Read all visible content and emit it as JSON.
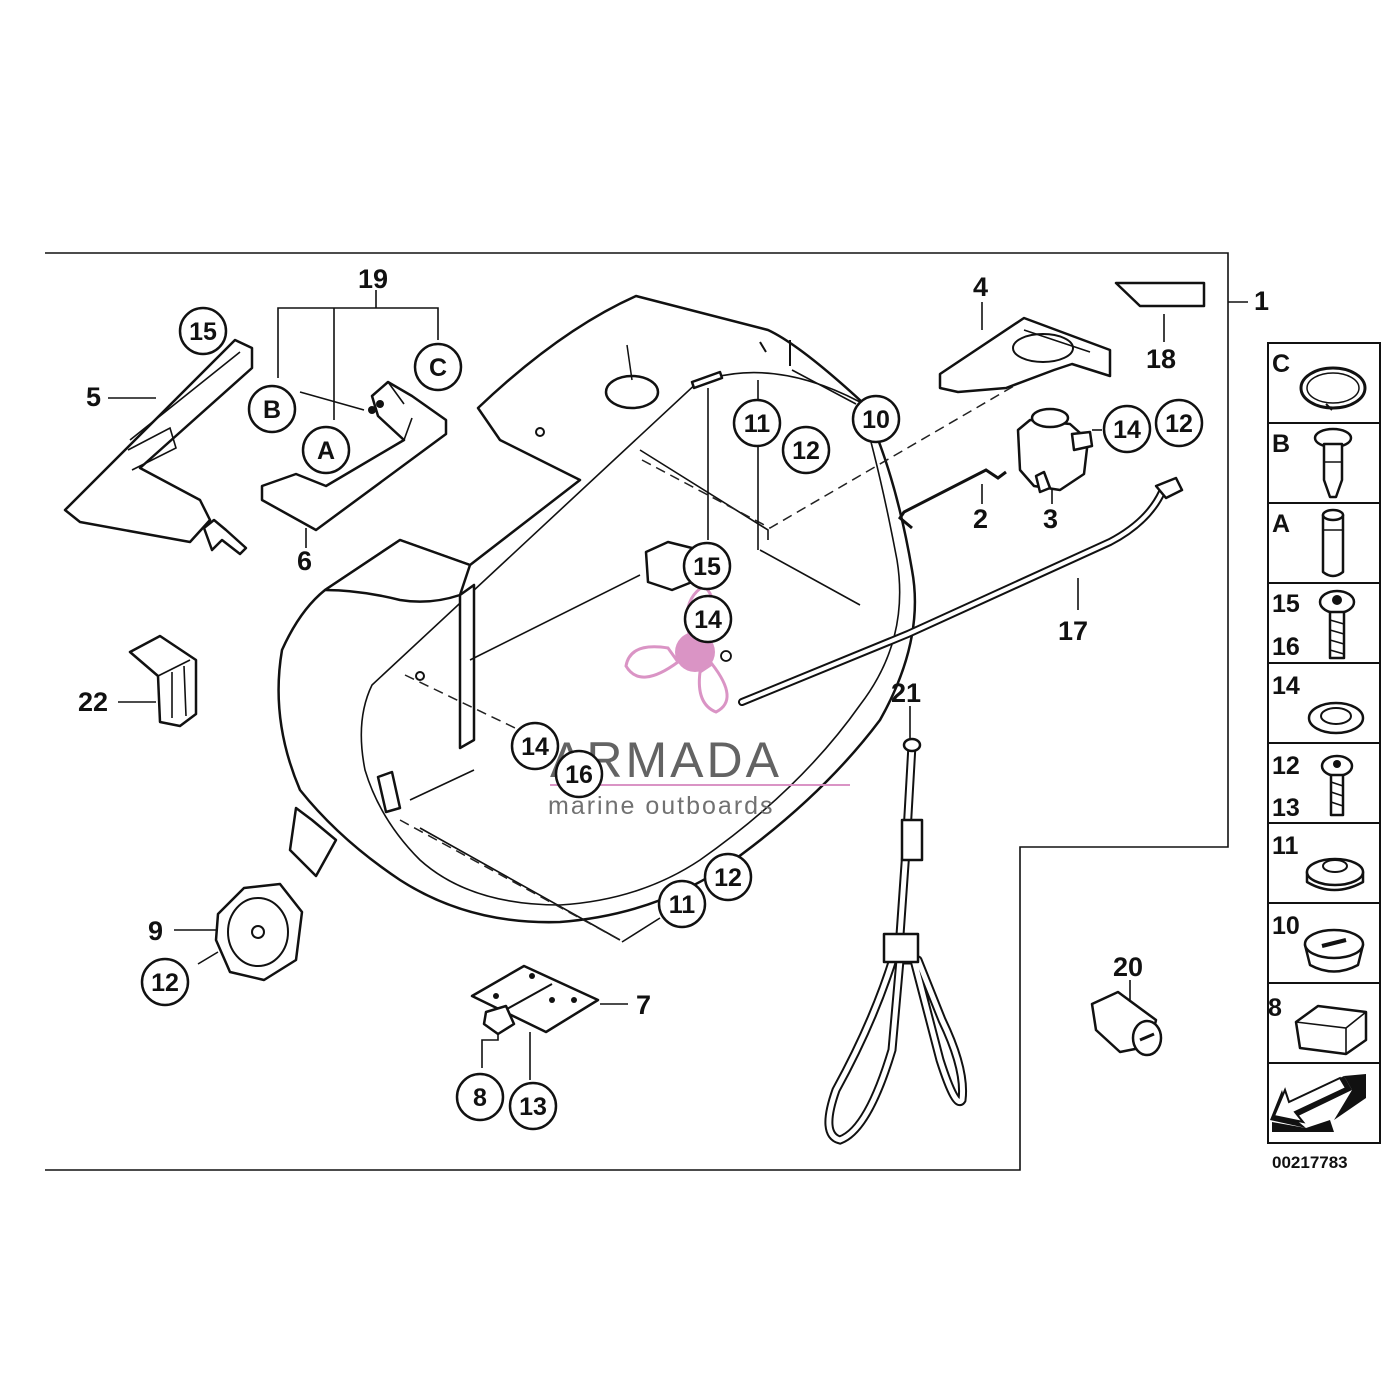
{
  "diagram": {
    "reference_number": "00217783",
    "watermark": {
      "brand": "ARMADA",
      "tagline": "marine outboards"
    },
    "callouts_plain": [
      "1",
      "2",
      "3",
      "4",
      "5",
      "6",
      "7",
      "9",
      "17",
      "18",
      "19",
      "20",
      "21",
      "22"
    ],
    "callouts_circled": [
      "15",
      "B",
      "C",
      "A",
      "11",
      "12",
      "10",
      "14",
      "12",
      "15",
      "14",
      "14",
      "16",
      "12",
      "11",
      "12",
      "8",
      "13"
    ],
    "side_panel_labels": [
      "C",
      "B",
      "A",
      "15",
      "16",
      "14",
      "12",
      "13",
      "11",
      "10",
      "8"
    ]
  }
}
